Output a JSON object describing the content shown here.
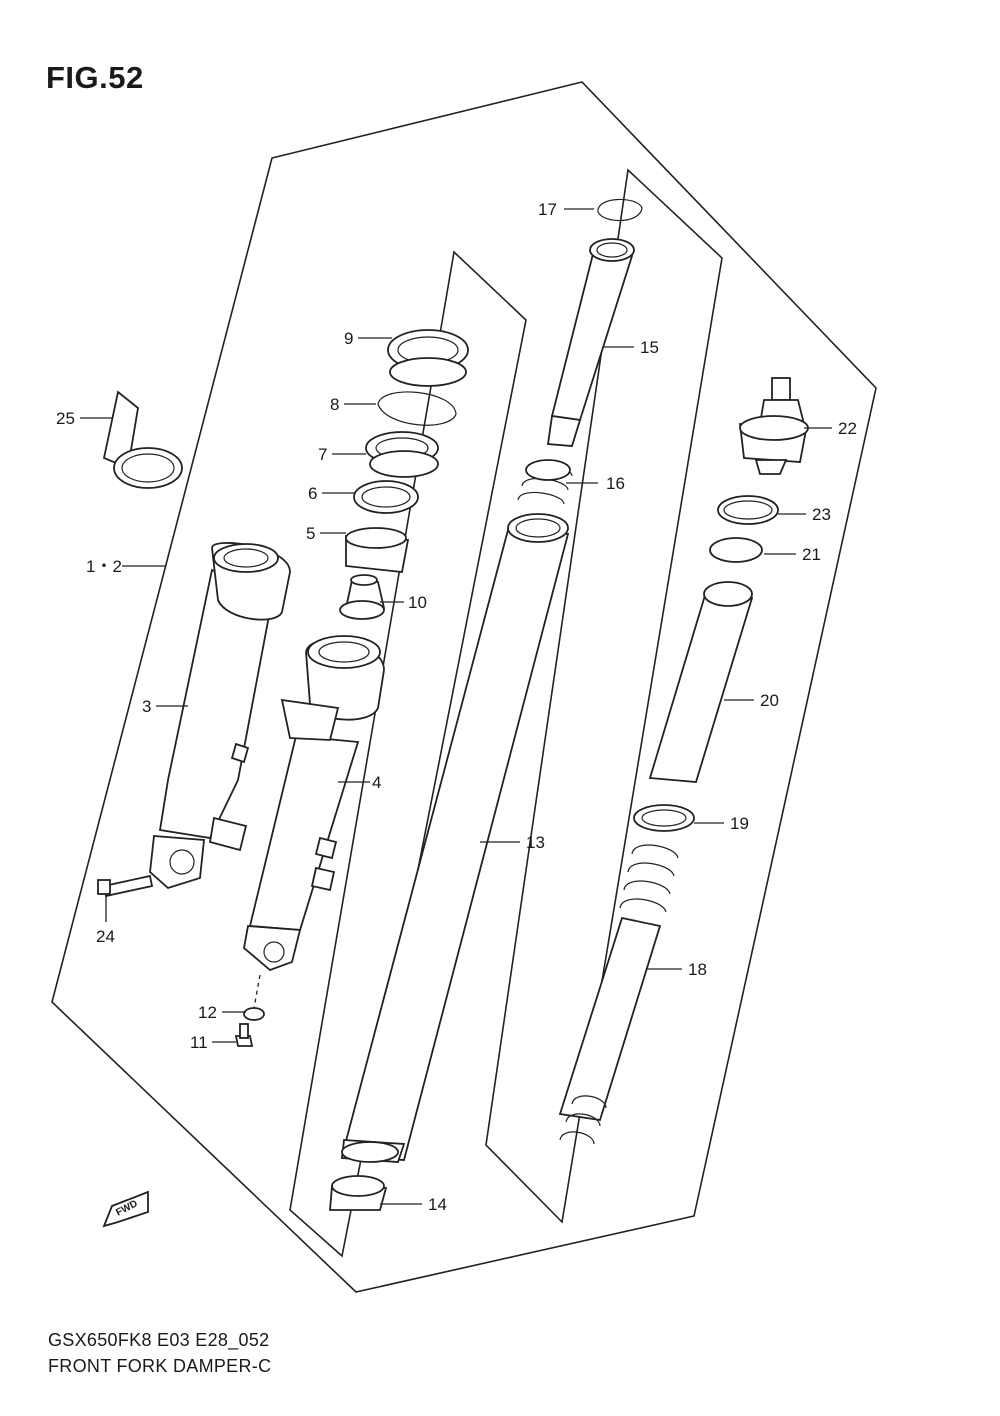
{
  "figure": {
    "title": "FIG.52"
  },
  "footer": {
    "model_code": "GSX650FK8 E03 E28_052",
    "caption": "FRONT FORK DAMPER-C"
  },
  "fwd_label": "FWD",
  "callouts": [
    {
      "id": "c1",
      "label": "1・2"
    },
    {
      "id": "c3",
      "label": "3"
    },
    {
      "id": "c4",
      "label": "4"
    },
    {
      "id": "c5",
      "label": "5"
    },
    {
      "id": "c6",
      "label": "6"
    },
    {
      "id": "c7",
      "label": "7"
    },
    {
      "id": "c8",
      "label": "8"
    },
    {
      "id": "c9",
      "label": "9"
    },
    {
      "id": "c10",
      "label": "10"
    },
    {
      "id": "c11",
      "label": "11"
    },
    {
      "id": "c12",
      "label": "12"
    },
    {
      "id": "c13",
      "label": "13"
    },
    {
      "id": "c14",
      "label": "14"
    },
    {
      "id": "c15",
      "label": "15"
    },
    {
      "id": "c16",
      "label": "16"
    },
    {
      "id": "c17",
      "label": "17"
    },
    {
      "id": "c18",
      "label": "18"
    },
    {
      "id": "c19",
      "label": "19"
    },
    {
      "id": "c20",
      "label": "20"
    },
    {
      "id": "c21",
      "label": "21"
    },
    {
      "id": "c22",
      "label": "22"
    },
    {
      "id": "c23",
      "label": "23"
    },
    {
      "id": "c24",
      "label": "24"
    },
    {
      "id": "c25",
      "label": "25"
    }
  ]
}
